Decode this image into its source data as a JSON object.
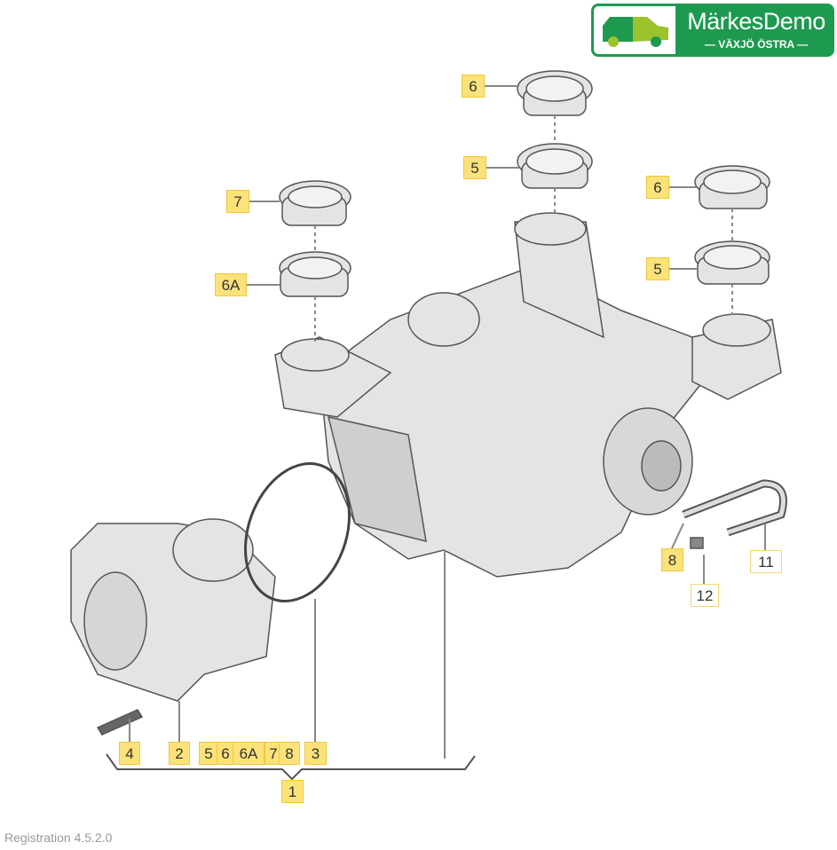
{
  "logo": {
    "title": "MärkesDemo",
    "subtitle": "— VÄXJÖ ÖSTRA —",
    "colors": {
      "green": "#1e9a50",
      "lime": "#9cc22c"
    }
  },
  "callouts": {
    "top_cap": "6",
    "top_bushing": "5",
    "left_cap": "7",
    "left_bushing": "6A",
    "right_cap": "6",
    "right_bushing": "5",
    "breather": "8",
    "hose": "11",
    "clip": "12",
    "bolt": "4",
    "pump": "2",
    "group": [
      "5",
      "6",
      "6A",
      "7",
      "8"
    ],
    "oring": "3",
    "assembly": "1"
  },
  "footer": "Registration 4.5.2.0",
  "label_color": "#fbe27a"
}
